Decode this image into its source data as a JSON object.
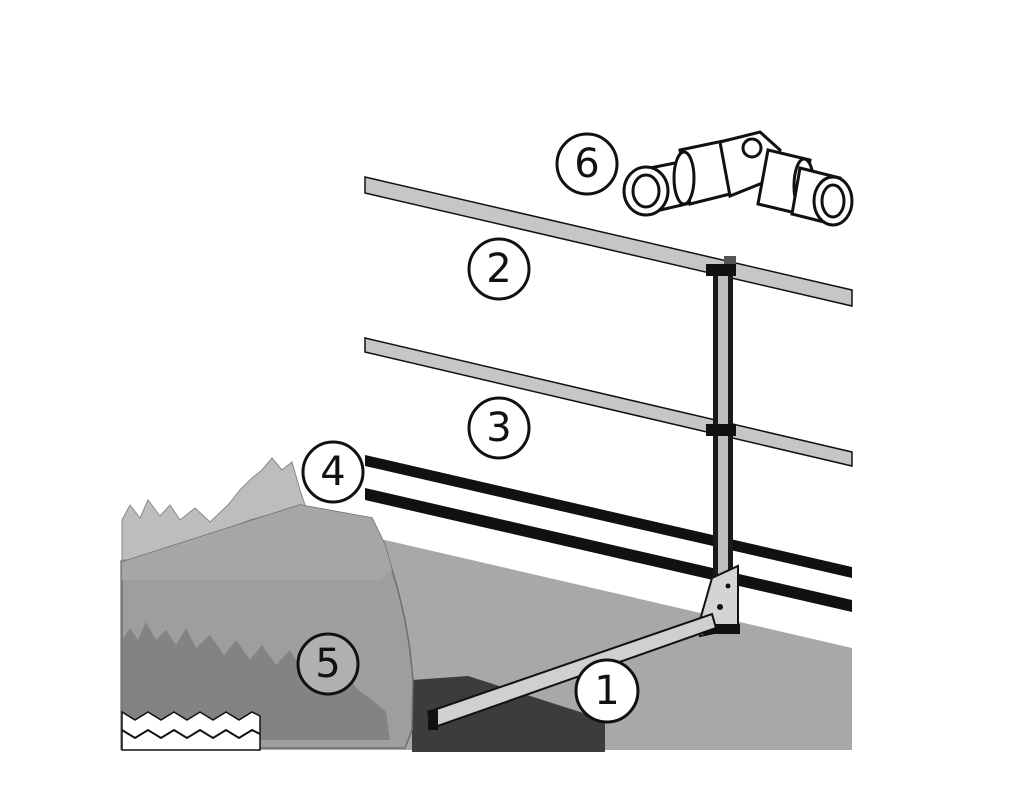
{
  "callouts": [
    {
      "id": "1",
      "label": "1"
    },
    {
      "id": "2",
      "label": "2"
    },
    {
      "id": "3",
      "label": "3"
    },
    {
      "id": "4",
      "label": "4"
    },
    {
      "id": "5",
      "label": "5"
    },
    {
      "id": "6",
      "label": "6"
    }
  ],
  "colors": {
    "background": "#ffffff",
    "roof_surface": "#a9a9a9",
    "rail": "#c6c6c6",
    "outline": "#111111",
    "vegetation": "#9a9a9a",
    "shadow": "#3a3a3a"
  }
}
